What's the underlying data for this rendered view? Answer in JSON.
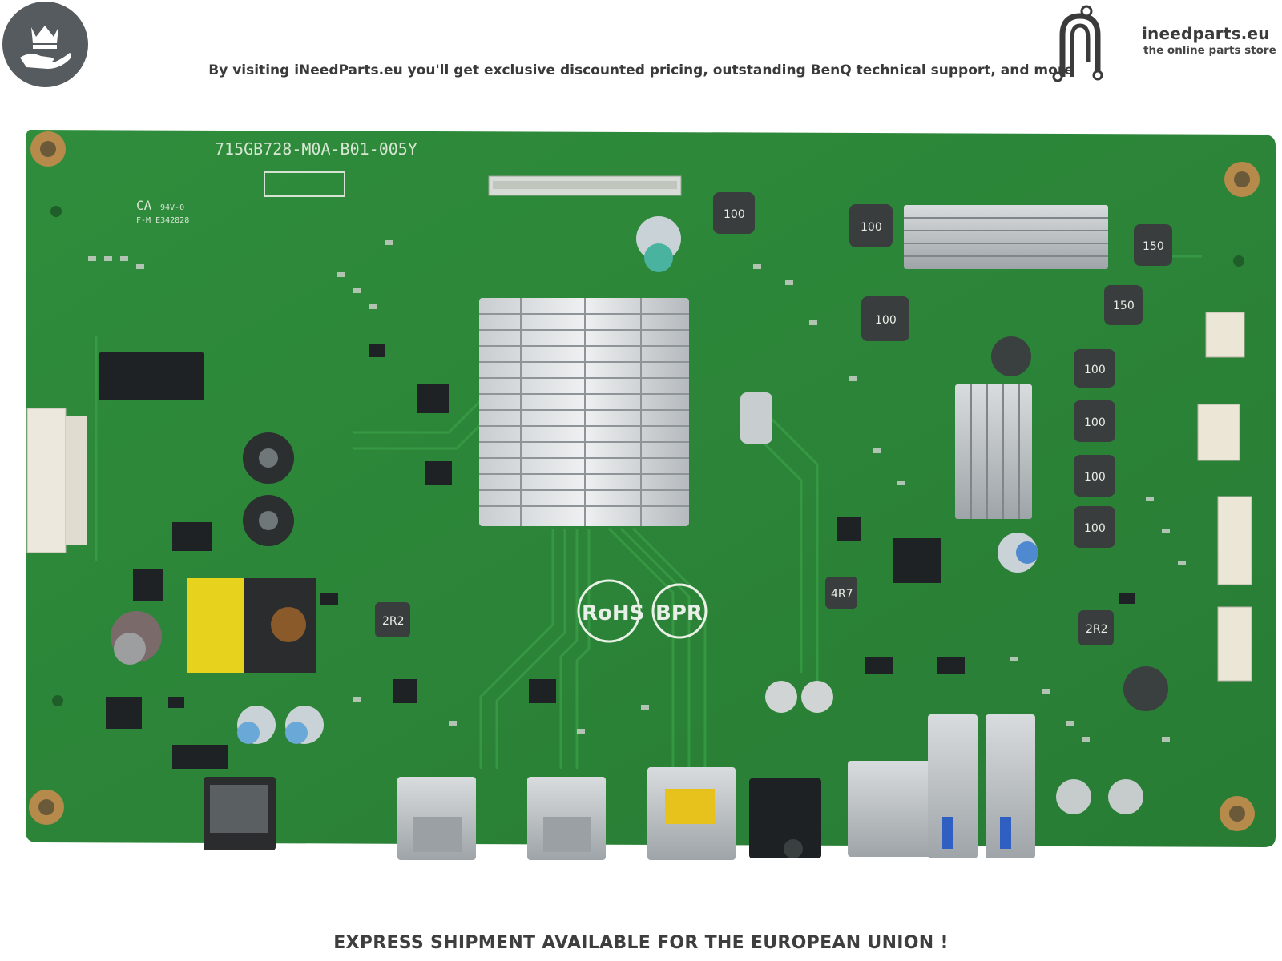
{
  "header": {
    "tagline": "By visiting iNeedParts.eu you'll get exclusive discounted pricing, outstanding BenQ technical support, and more",
    "brand_name": "ineedparts.eu",
    "brand_tagline": "the online parts store",
    "badge_icon": "crown-hand-icon",
    "logo_icon": "circuit-n-logo-icon"
  },
  "board": {
    "part_number": "715GB728-M0A-B01-005Y",
    "cert_rohs": "RoHS",
    "cert_bpr": "BPR",
    "board_color": "#2f8a3c",
    "inductor_labels": [
      "100",
      "100",
      "100",
      "150",
      "150",
      "100",
      "100",
      "100",
      "100"
    ],
    "other_labels": [
      "2R2",
      "2R2",
      "4R7"
    ],
    "connectors": [
      "power-jack",
      "hdmi-port-1",
      "hdmi-port-2",
      "displayport",
      "audio-jack",
      "usb-b-port",
      "usb-a-port-1",
      "usb-a-port-2"
    ]
  },
  "footer": {
    "notice": "EXPRESS SHIPMENT AVAILABLE FOR THE EUROPEAN UNION !"
  }
}
